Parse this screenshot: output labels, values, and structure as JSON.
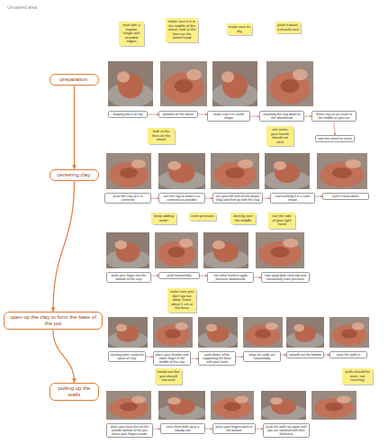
{
  "diagram": {
    "nodes": [
      {
        "text": [
          "preparation:"
        ]
      },
      {
        "text": [
          "start with a regular shape with rounded edges"
        ]
      },
      {
        "text": [
          "make sure it is in the middle of the wheel, look at the lines on the wheel head"
        ]
      },
      {
        "text": [
          "make sure its dry"
        ]
      },
      {
        "text": [
          "push it down, it should stick"
        ]
      },
      {
        "text": [
          "shaping piece of clay"
        ]
      },
      {
        "text": [
          "position on the wheel"
        ]
      },
      {
        "text": [
          "make sure it is round shape"
        ]
      },
      {
        "text": [
          "attaching the clay down to the wheelhead"
        ]
      },
      {
        "text": [
          "throw clay as accurate to the middle as you can"
        ]
      },
      {
        "text": [
          "start the wheel to check"
        ]
      },
      {
        "text": [
          "centering clay:"
        ]
      },
      {
        "text": [
          "look at the lines on the wheel"
        ]
      },
      {
        "text": [
          "use water, your hands should not stick"
        ]
      },
      {
        "text": [
          "push the clay so it is centered"
        ]
      },
      {
        "text": [
          "wet the clay to make it as centered as possible"
        ]
      },
      {
        "text": [
          "use your left arm on the platter (leg) and then go with the clay"
        ]
      },
      {
        "text": [
          "start working it in a cone shape"
        ]
      },
      {
        "text": [
          "push it back down"
        ]
      },
      {
        "text": [
          "keep adding water"
        ]
      },
      {
        "text": [
          "even pressure"
        ]
      },
      {
        "text": [
          "directly over the middle"
        ]
      },
      {
        "text": [
          "use the side of your right hand"
        ]
      },
      {
        "text": [
          "push your finger into the bottom of the clay"
        ]
      },
      {
        "text": [
          "push horizontally"
        ]
      },
      {
        "text": [
          "use other hand to apply pressure downwards"
        ]
      },
      {
        "text": [
          "now apply both vertically and horizontally even pressure"
        ]
      },
      {
        "text": [
          "open up the clay to form the base of the pot"
        ]
      },
      {
        "text": [
          "make sure you don't go too deep, leave about 1 cm at the base"
        ]
      },
      {
        "text": [
          "starting point: centered piece of clay"
        ]
      },
      {
        "text": [
          "place your thumbs and index finger in the middle of the clay"
        ]
      },
      {
        "text": [
          "push down, while supporting the base with your hand"
        ]
      },
      {
        "text": [
          "draw the walls out horizontally"
        ]
      },
      {
        "text": [
          "smooth out the bottom"
        ]
      },
      {
        "text": [
          "raise the walls in"
        ]
      },
      {
        "text": [
          "pulling up the walls"
        ]
      },
      {
        "text": [
          "hands wet but you should not soak"
        ]
      },
      {
        "text": [
          "walls should be even, not touching"
        ]
      },
      {
        "text": [
          "place your knuckles on the outside bottom of the pot, place your fingers inside"
        ]
      },
      {
        "text": [
          "raise them both up at a steady rate"
        ]
      },
      {
        "text": [
          "place your fingers back at the bottom"
        ]
      },
      {
        "text": [
          "push the walls up again until you are satisfied with their thickness"
        ]
      }
    ],
    "edges": [
      {
        "from": 0,
        "to": 11,
        "arrow": "to"
      },
      {
        "from": 11,
        "to": 27,
        "arrow": "to"
      },
      {
        "from": 27,
        "to": 35,
        "arrow": "to"
      },
      {
        "from": 5,
        "to": 6,
        "arrow": "to"
      },
      {
        "from": 6,
        "to": 7,
        "arrow": "to"
      },
      {
        "from": 7,
        "to": 8,
        "arrow": "to"
      },
      {
        "from": 8,
        "to": 9,
        "arrow": "to"
      },
      {
        "from": 9,
        "to": 10,
        "arrow": "to"
      },
      {
        "from": 14,
        "to": 15,
        "arrow": "to"
      },
      {
        "from": 15,
        "to": 16,
        "arrow": "to"
      },
      {
        "from": 16,
        "to": 17,
        "arrow": "to"
      },
      {
        "from": 17,
        "to": 18,
        "arrow": "to"
      },
      {
        "from": 23,
        "to": 24,
        "arrow": "to"
      },
      {
        "from": 24,
        "to": 25,
        "arrow": "to"
      },
      {
        "from": 25,
        "to": 26,
        "arrow": "to"
      },
      {
        "from": 29,
        "to": 30,
        "arrow": "to"
      },
      {
        "from": 30,
        "to": 31,
        "arrow": "to"
      },
      {
        "from": 31,
        "to": 32,
        "arrow": "to"
      },
      {
        "from": 32,
        "to": 33,
        "arrow": "to"
      },
      {
        "from": 33,
        "to": 34,
        "arrow": "to"
      },
      {
        "from": 38,
        "to": 39,
        "arrow": "to"
      },
      {
        "from": 39,
        "to": 40,
        "arrow": "to"
      },
      {
        "from": 40,
        "to": 41,
        "arrow": "to"
      }
    ],
    "labels": [
      "Unnamed area"
    ]
  }
}
